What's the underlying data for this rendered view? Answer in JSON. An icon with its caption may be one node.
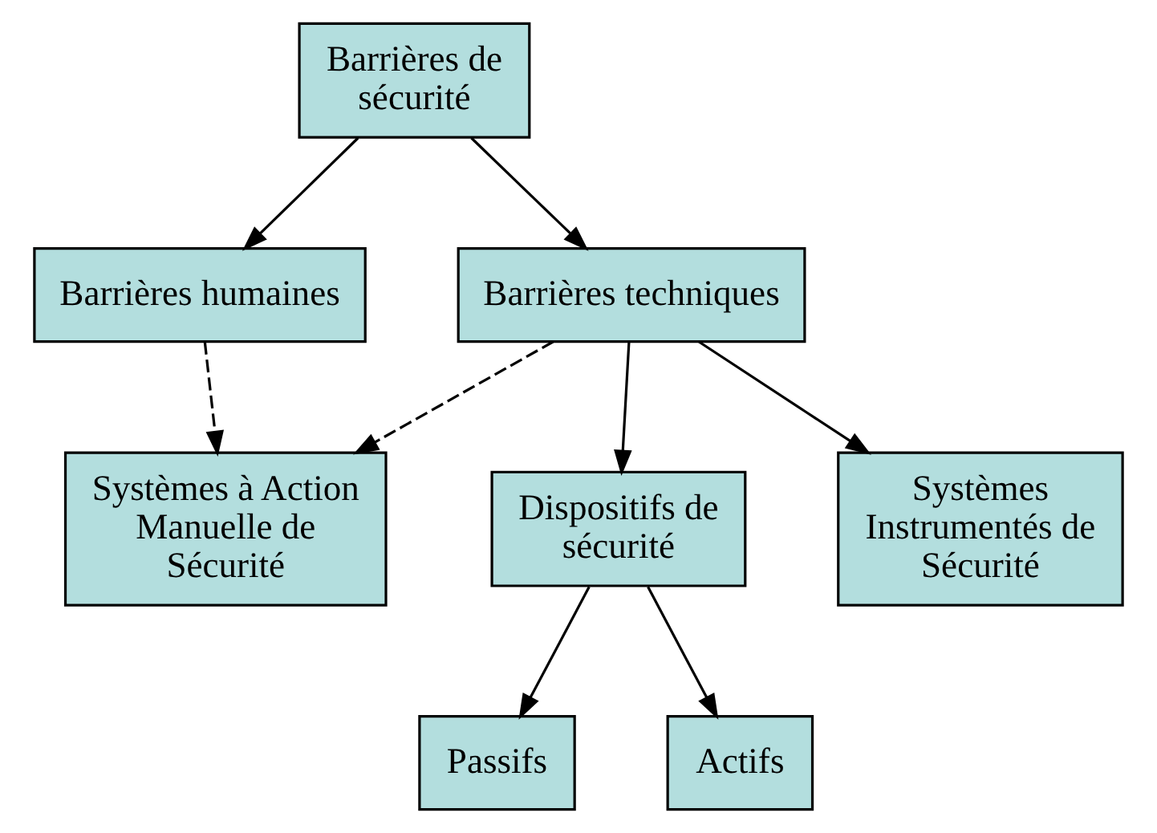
{
  "diagram": {
    "nodes": [
      {
        "text": [
          "Barrières de sécurité"
        ]
      },
      {
        "text": [
          "Barrières humaines"
        ]
      },
      {
        "text": [
          "Barrières techniques"
        ]
      },
      {
        "text": [
          "Systèmes à Action Manuelle de Sécurité"
        ]
      },
      {
        "text": [
          "Dispositifs de sécurité"
        ]
      },
      {
        "text": [
          "Systèmes Instrumentés de Sécurité"
        ]
      },
      {
        "text": [
          "Passifs"
        ]
      },
      {
        "text": [
          "Actifs"
        ]
      }
    ],
    "edges": [
      {
        "from": 0,
        "to": 1,
        "arrow": "to"
      },
      {
        "from": 0,
        "to": 2,
        "arrow": "to"
      },
      {
        "from": 1,
        "to": 3,
        "arrow": "to",
        "style": "dashed"
      },
      {
        "from": 2,
        "to": 3,
        "arrow": "to",
        "style": "dashed"
      },
      {
        "from": 2,
        "to": 4,
        "arrow": "to"
      },
      {
        "from": 2,
        "to": 5,
        "arrow": "to"
      },
      {
        "from": 4,
        "to": 6,
        "arrow": "to"
      },
      {
        "from": 4,
        "to": 7,
        "arrow": "to"
      }
    ]
  }
}
